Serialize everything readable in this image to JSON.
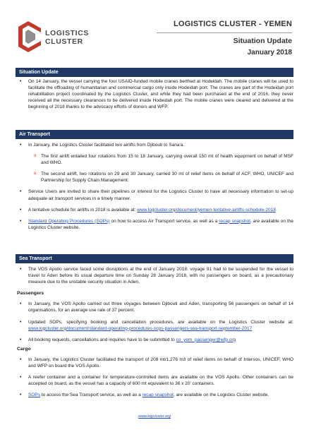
{
  "header": {
    "logo_line1": "LOGISTICS",
    "logo_line2": "CLUSTER",
    "title": "LOGISTICS CLUSTER - YEMEN",
    "subtitle": "Situation Update",
    "date": "January 2018",
    "colors": {
      "logo_red": "#c0392b",
      "section_bar": "#1f3864",
      "link": "#1f4fbf"
    }
  },
  "situation": {
    "heading": "Situation Update",
    "p1": "On 14 January, the vessel carrying the four USAID-funded mobile cranes berthed at Hodeidah. The mobile cranes will be used to facilitate the offloading of humanitarian and commercial cargo only inside Hodeidah port. The cranes are part of the Hodeidah port rehabilitation project coordinated by the Logistics Cluster, and while they had been purchased at the end of 2016, they never received all the necessary clearances to be delivered inside Hodeidah port. The mobile cranes were cleared and delivered at the beginning of 2018 thanks to the advocacy efforts of donors and WFP."
  },
  "air": {
    "heading": "Air Transport",
    "b1": "In January, the Logistics Cluster facilitated two airlifts from Djibouti to Sana'a.",
    "s1": "The first airlift entailed four rotations from 15 to 18 January, carrying overall 150 mt of health equipment on behalf of MSF and WHO.",
    "s2": "The second airlift, two rotations on 29 and 30 January, carried 30 mt of relief items on behalf of ACF, WHO, UNICEF and Partnership for Supply Chain Management.",
    "b2": "Service Users are invited to share their pipelines or interest for the Logistics Cluster to have all necessary information to set-up adequate air transport services in a timely manner.",
    "b3_text": "A tentative schedule for airlifts in 2018 is available at: ",
    "b3_link": "www.logcluster.org/document/yemen-tentative-airlifts-schedule-2018",
    "b4_link1": "Standard Operating Procedures (SOPs)",
    "b4_mid": " on how to access Air Transport service, as well as a ",
    "b4_link2": "recap snapshot",
    "b4_end": ", are available on the Logistics Cluster website."
  },
  "sea": {
    "heading": "Sea Transport",
    "b1": "The VOS Apollo service faced some disruptions at the end of January 2018: voyage 91 had to be suspended for the vessel to travel to Aden before its usual departure time on Sunday 28 January 2018, with no passengers on board, as a precautionary measure due to the unstable security situation in Aden.",
    "passengers_heading": "Passengers",
    "p1": "In January, the VOS Apollo carried out three voyages between Djibouti and Aden, transporting 56 passengers on behalf of 14 organisations, for an average use rate of 37 percent.",
    "p2_text": "Updated SOPs, specifying booking and cancellation procedures, are available on the Logistics Cluster website at: ",
    "p2_link": "www.logcluster.org/document/standard-operating-procedures-sops-passengers-sea-transport-september-2017",
    "p3_text": "All booking requests, cancellations and inquiries have to be submitted to ",
    "p3_link": "co_yem_passenger@wfp.org",
    "cargo_heading": "Cargo",
    "c1": "In January, the Logistics Cluster facilitated the transport of 208 mt/1,276 m3 of relief items on behalf of Intersos, UNICEF, WHO and WFP on board the VOS Apollo.",
    "c2": "A reefer container and a container for temperature-controlled items are available on the VOS Apollo. Other containers can be accepted on board, as the vessel has a capacity of 600 mt equivalent to 36 x 20' containers.",
    "c3_link1": "SOPs",
    "c3_mid": " to access the Sea Transport service, as well as a ",
    "c3_link2": "recap snapshot",
    "c3_end": ", are available on the Logistics Cluster website."
  },
  "footer": {
    "url": "www.logcluster.org"
  }
}
